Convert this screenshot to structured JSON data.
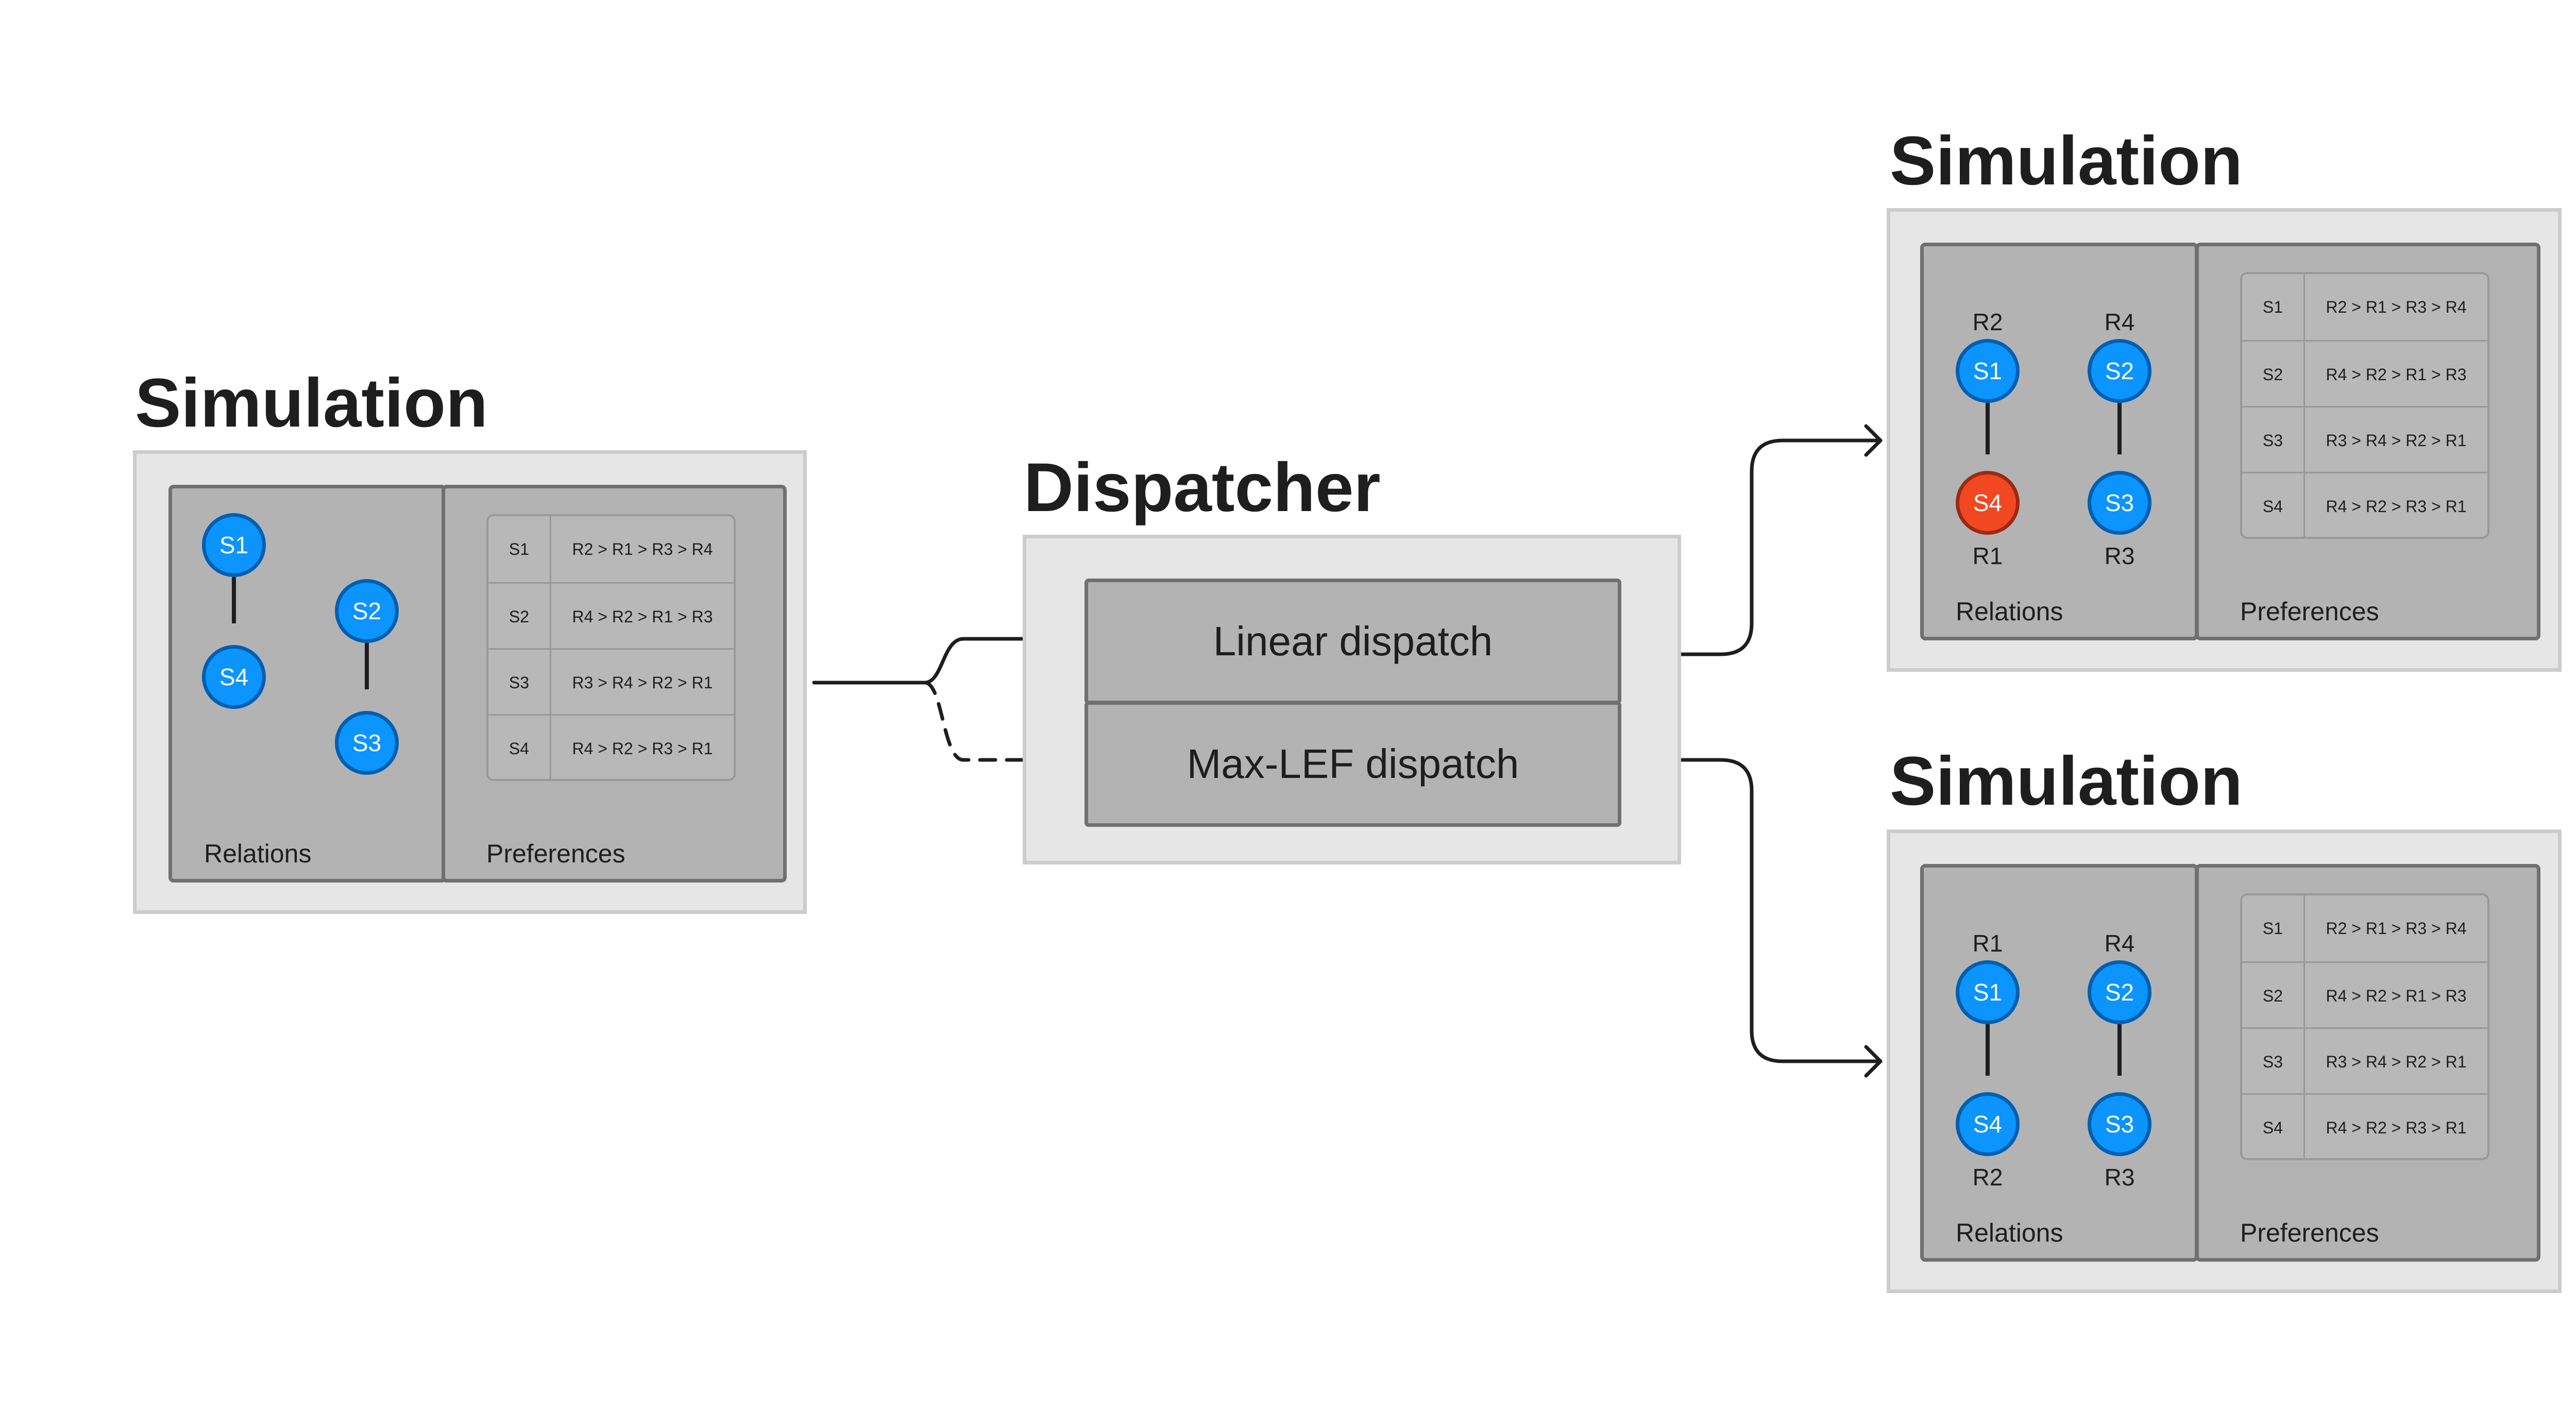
{
  "dispatcher": {
    "title": "Dispatcher",
    "linear_label": "Linear dispatch",
    "maxlef_label": "Max-LEF dispatch"
  },
  "simulations": [
    {
      "title": "Simulation",
      "relations_label": "Relations",
      "preferences_label": "Preferences",
      "nodes": [
        {
          "id": "S1",
          "assigned": "",
          "color": "#0c94ff"
        },
        {
          "id": "S4",
          "assigned": "",
          "color": "#0c94ff"
        },
        {
          "id": "S2",
          "assigned": "",
          "color": "#0c94ff"
        },
        {
          "id": "S3",
          "assigned": "",
          "color": "#0c94ff"
        }
      ],
      "preferences": [
        {
          "key": "S1",
          "value": "R2 > R1 > R3 > R4"
        },
        {
          "key": "S2",
          "value": "R4 > R2 > R1 > R3"
        },
        {
          "key": "S3",
          "value": "R3 > R4 > R2 > R1"
        },
        {
          "key": "S4",
          "value": "R4 > R2 > R3 > R1"
        }
      ]
    },
    {
      "title": "Simulation",
      "relations_label": "Relations",
      "preferences_label": "Preferences",
      "nodes": [
        {
          "id": "S1",
          "assigned": "R2",
          "color": "#0c94ff"
        },
        {
          "id": "S4",
          "assigned": "R1",
          "color": "#f24822"
        },
        {
          "id": "S2",
          "assigned": "R4",
          "color": "#0c94ff"
        },
        {
          "id": "S3",
          "assigned": "R3",
          "color": "#0c94ff"
        }
      ],
      "preferences": [
        {
          "key": "S1",
          "value": "R2 > R1 > R3 > R4"
        },
        {
          "key": "S2",
          "value": "R4 > R2 > R1 > R3"
        },
        {
          "key": "S3",
          "value": "R3 > R4 > R2 > R1"
        },
        {
          "key": "S4",
          "value": "R4 > R2 > R3 > R1"
        }
      ]
    },
    {
      "title": "Simulation",
      "relations_label": "Relations",
      "preferences_label": "Preferences",
      "nodes": [
        {
          "id": "S1",
          "assigned": "R1",
          "color": "#0c94ff"
        },
        {
          "id": "S4",
          "assigned": "R2",
          "color": "#0c94ff"
        },
        {
          "id": "S2",
          "assigned": "R4",
          "color": "#0c94ff"
        },
        {
          "id": "S3",
          "assigned": "R3",
          "color": "#0c94ff"
        }
      ],
      "preferences": [
        {
          "key": "S1",
          "value": "R2 > R1 > R3 > R4"
        },
        {
          "key": "S2",
          "value": "R4 > R2 > R1 > R3"
        },
        {
          "key": "S3",
          "value": "R3 > R4 > R2 > R1"
        },
        {
          "key": "S4",
          "value": "R4 > R2 > R3 > R1"
        }
      ]
    }
  ]
}
